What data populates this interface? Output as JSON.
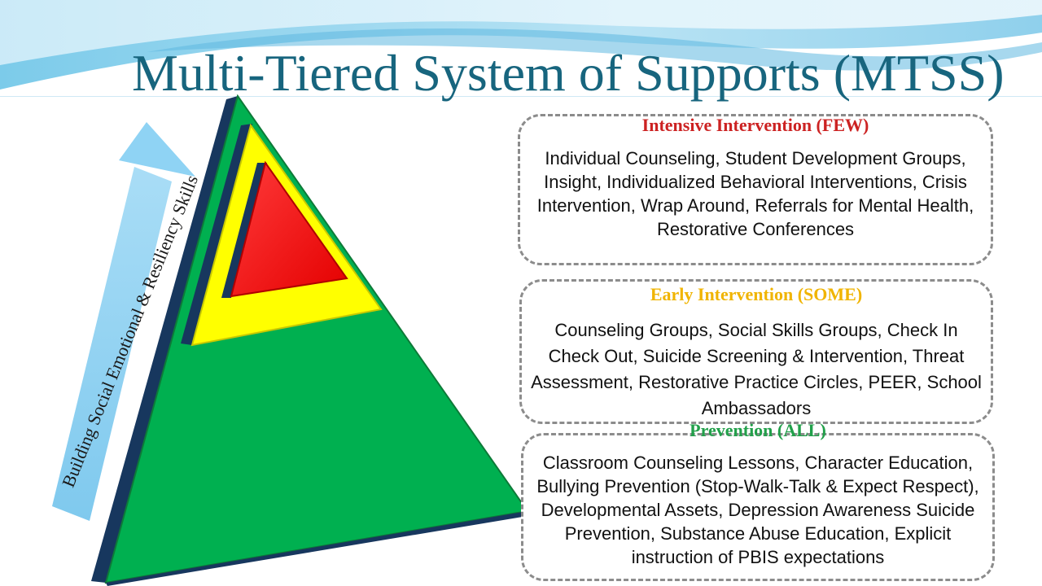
{
  "slide": {
    "title": "Multi-Tiered System of Supports (MTSS)",
    "arrow_label": "Building Social Emotional & Resiliency Skills"
  },
  "tiers": [
    {
      "title": "Intensive Intervention (FEW)",
      "body": "Individual Counseling, Student Development Groups, Insight, Individualized Behavioral Interventions, Crisis Intervention, Wrap Around, Referrals for Mental Health, Restorative Conferences",
      "color": "#ff0000"
    },
    {
      "title": "Early Intervention (SOME)",
      "body": "Counseling Groups, Social Skills Groups, Check In Check Out, Suicide Screening & Intervention, Threat Assessment, Restorative Practice Circles, PEER, School Ambassadors",
      "color": "#ffff00"
    },
    {
      "title": "Prevention (ALL)",
      "body": "Classroom Counseling Lessons, Character Education, Bullying Prevention (Stop-Walk-Talk & Expect Respect), Developmental Assets, Depression Awareness Suicide Prevention, Substance Abuse Education, Explicit instruction of PBIS expectations",
      "color": "#00b050"
    }
  ],
  "colors": {
    "title": "#17657e",
    "pyramid_edge": "#17375e",
    "arrow": "#8fd3f4",
    "box_border": "#8c8c8c"
  }
}
